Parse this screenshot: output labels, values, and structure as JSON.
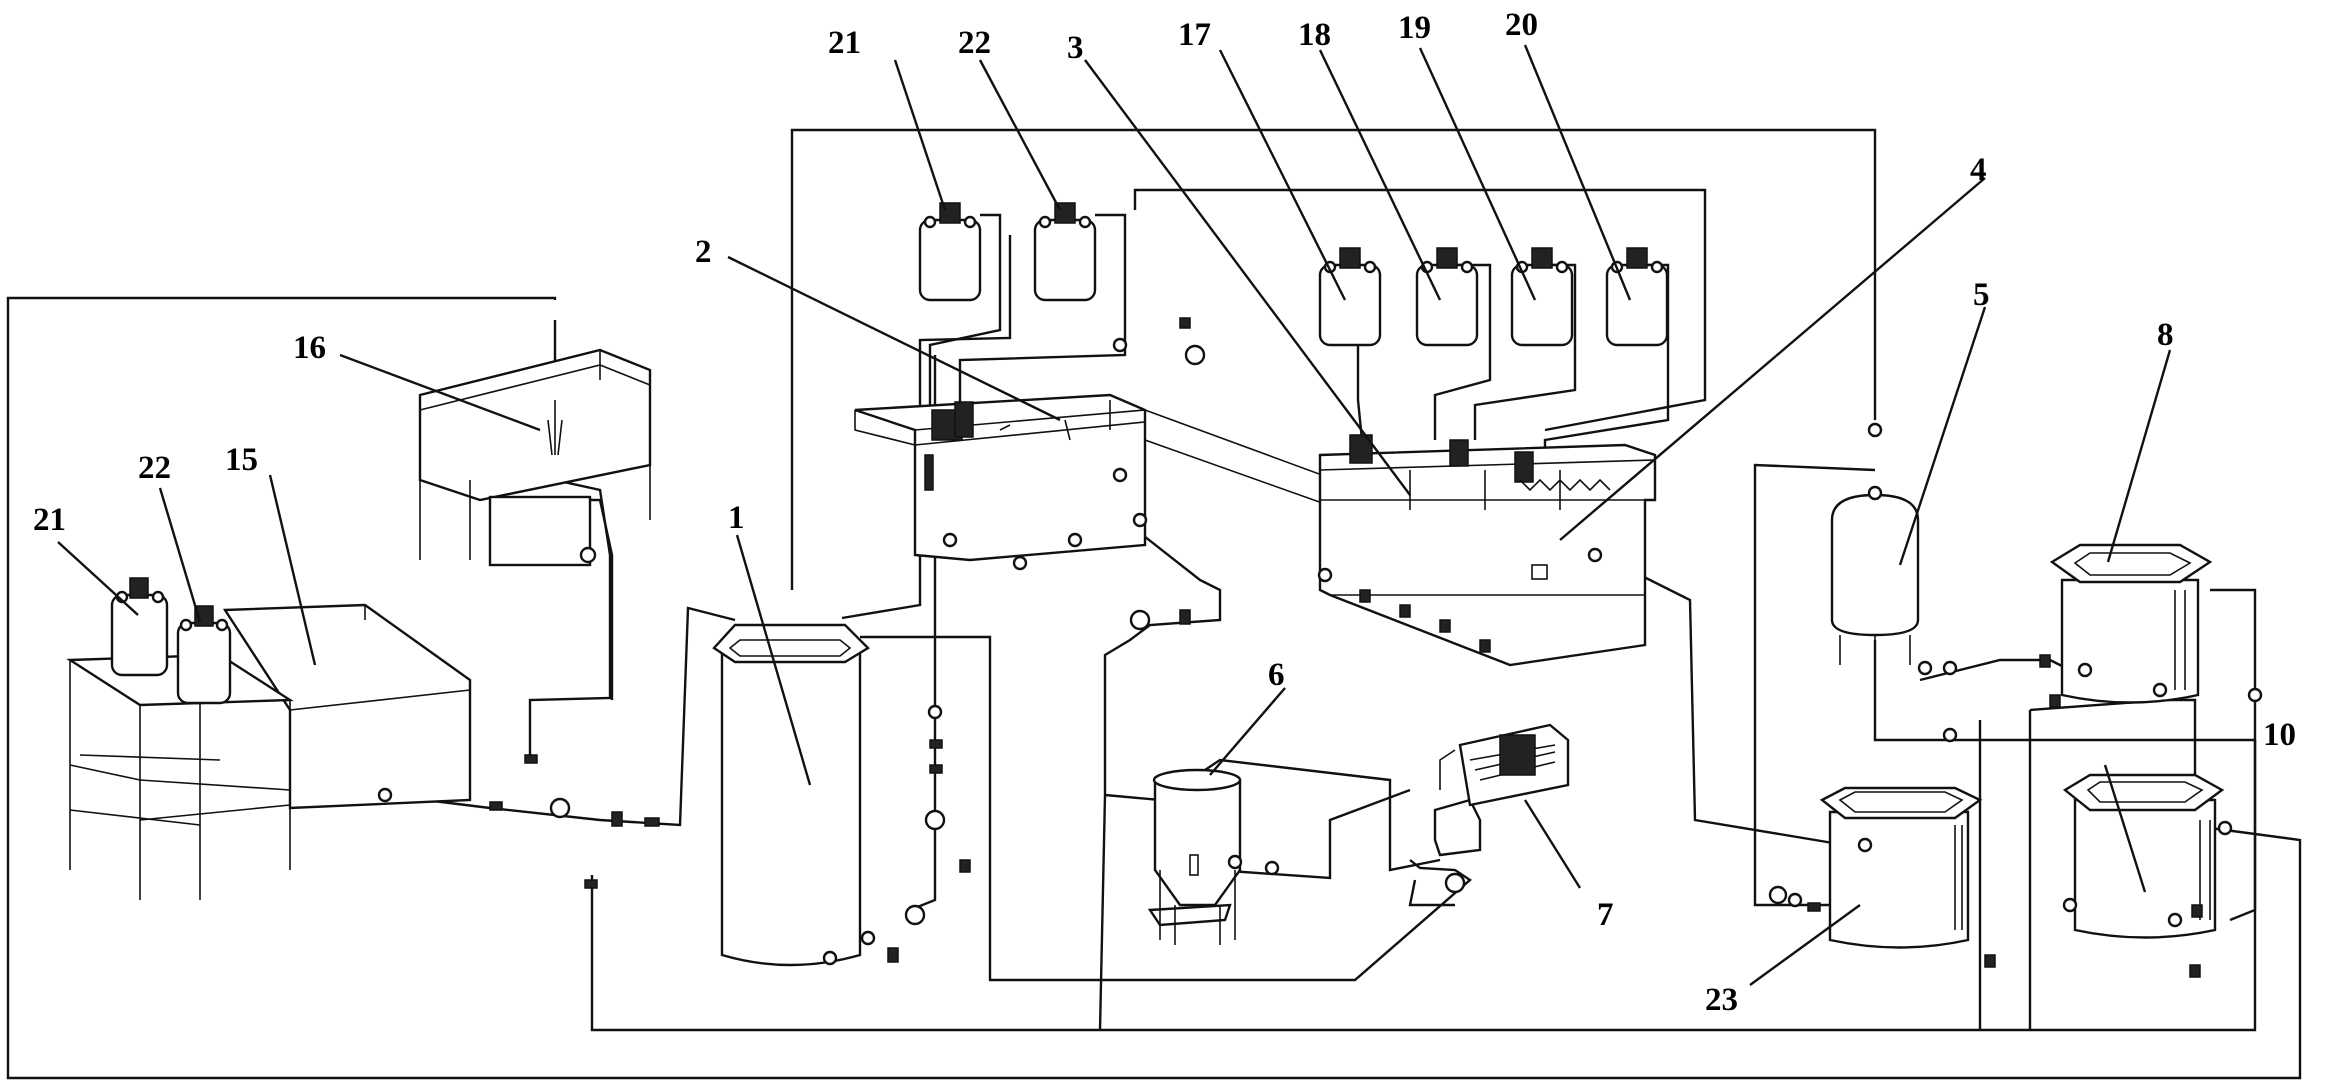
{
  "labels": {
    "l1": "1",
    "l2": "2",
    "l3": "3",
    "l4": "4",
    "l5": "5",
    "l6": "6",
    "l7": "7",
    "l8": "8",
    "l10": "10",
    "l15": "15",
    "l16": "16",
    "l17": "17",
    "l18": "18",
    "l19": "19",
    "l20": "20",
    "l21a": "21",
    "l22a": "22",
    "l21b": "21",
    "l22b": "22",
    "l23": "23"
  },
  "colors": {
    "line": "#111111",
    "background": "#ffffff"
  }
}
